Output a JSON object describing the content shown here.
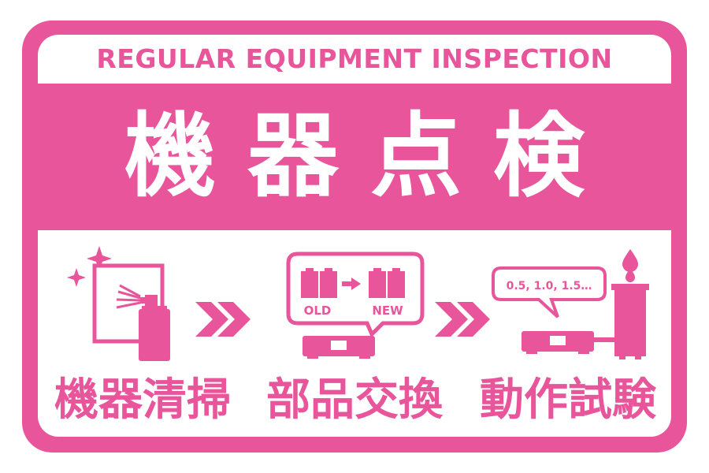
{
  "header": {
    "subtitle": "REGULAR EQUIPMENT INSPECTION"
  },
  "title": "機器点検",
  "steps": [
    {
      "label": "機器清掃",
      "icon": "spray-cleaning-icon"
    },
    {
      "label": "部品交換",
      "icon": "battery-replacement-icon",
      "old_label": "OLD",
      "new_label": "NEW"
    },
    {
      "label": "動作試験",
      "icon": "operation-test-icon",
      "readout": "0.5, 1.0, 1.5…"
    }
  ],
  "colors": {
    "primary": "#e8559a",
    "background": "#ffffff"
  }
}
